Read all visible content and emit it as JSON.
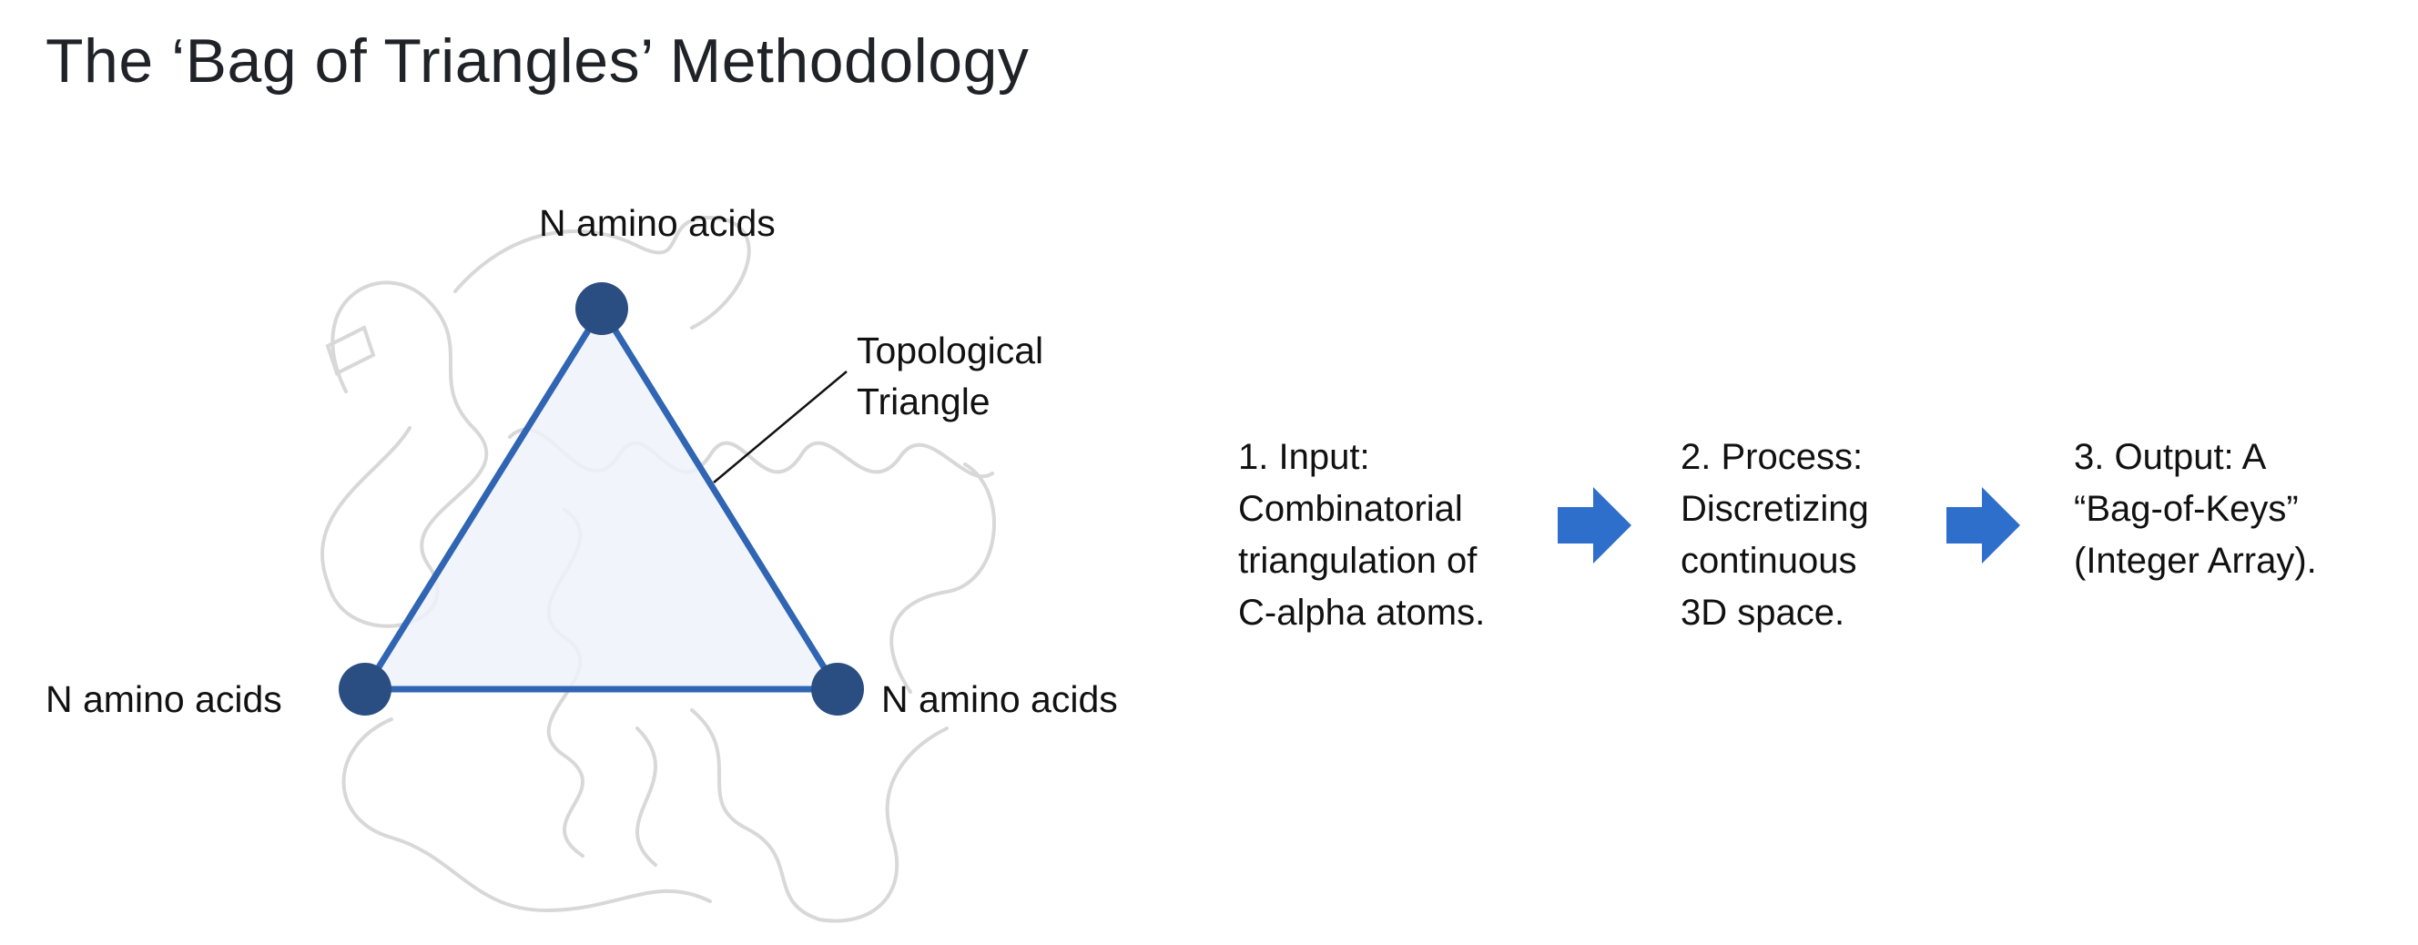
{
  "title": "The ‘Bag of Triangles’ Methodology",
  "diagram": {
    "vertex_labels": [
      "N amino acids",
      "N amino acids",
      "N amino acids"
    ],
    "triangle_label": [
      "Topological",
      "Triangle"
    ],
    "colors": {
      "edge": "#2f65b3",
      "vertex": "#2b4e82",
      "fill": "#eef2fa",
      "arrow": "#2f6fcc",
      "ribbon": "#d6d6d6"
    }
  },
  "steps": [
    {
      "lines": [
        "1. Input:",
        "Combinatorial",
        "triangulation of",
        "C-alpha atoms."
      ]
    },
    {
      "lines": [
        "2. Process:",
        "Discretizing",
        "continuous",
        "3D space."
      ]
    },
    {
      "lines": [
        "3. Output: A",
        "“Bag-of-Keys”",
        "(Integer Array)."
      ]
    }
  ]
}
